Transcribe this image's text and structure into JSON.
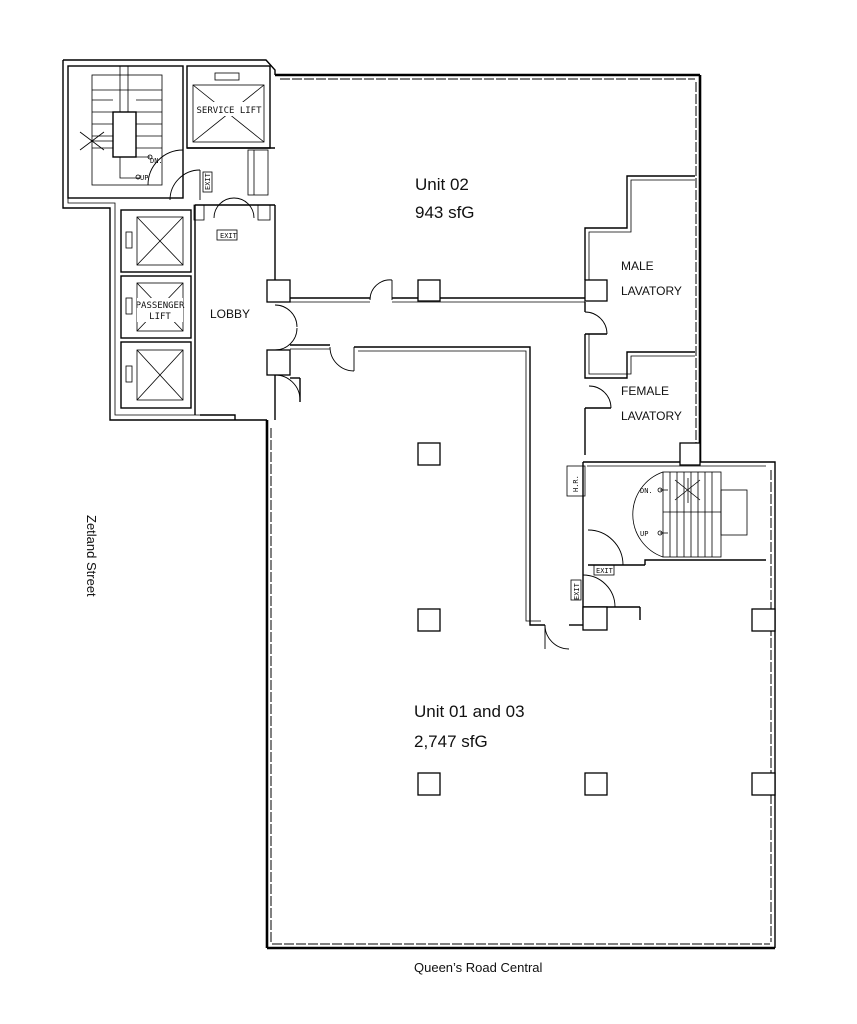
{
  "rooms": {
    "unit02_name": "Unit 02",
    "unit02_area": "943 sfG",
    "unit0103_name": "Unit 01 and 03",
    "unit0103_area": "2,747 sfG",
    "male_lav_1": "MALE",
    "male_lav_2": "LAVATORY",
    "female_lav_1": "FEMALE",
    "female_lav_2": "LAVATORY",
    "lobby": "LOBBY",
    "service_lift": "SERVICE LIFT",
    "passenger_lift_1": "PASSENGER",
    "passenger_lift_2": "LIFT"
  },
  "stairs": {
    "dn": "DN.",
    "up": "UP"
  },
  "signs": {
    "exit": "EXIT",
    "hr": "H.R."
  },
  "streets": {
    "west": "Zetland Street",
    "south": "Queen’s Road Central"
  }
}
